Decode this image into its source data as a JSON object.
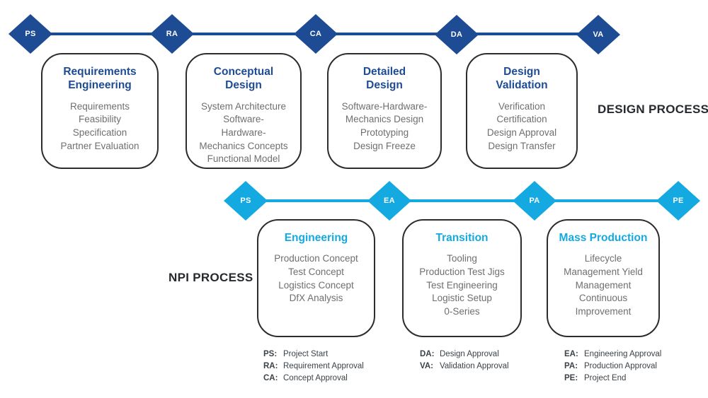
{
  "design_process": {
    "label": "DESIGN PROCESS",
    "milestones": [
      {
        "id": "PS"
      },
      {
        "id": "RA"
      },
      {
        "id": "CA"
      },
      {
        "id": "DA"
      },
      {
        "id": "VA"
      }
    ],
    "phases": [
      {
        "title": "Requirements\nEngineering",
        "body": "Requirements\nFeasibility\nSpecification\nPartner Evaluation"
      },
      {
        "title": "Conceptual\nDesign",
        "body": "System Architecture\nSoftware-\nHardware-\nMechanics Concepts\nFunctional Model"
      },
      {
        "title": "Detailed\nDesign",
        "body": "Software-Hardware-\nMechanics Design\nPrototyping\nDesign Freeze"
      },
      {
        "title": "Design\nValidation",
        "body": "Verification\nCertification\nDesign Approval\nDesign Transfer"
      }
    ]
  },
  "npi_process": {
    "label": "NPI PROCESS",
    "milestones": [
      {
        "id": "PS"
      },
      {
        "id": "EA"
      },
      {
        "id": "PA"
      },
      {
        "id": "PE"
      }
    ],
    "phases": [
      {
        "title": "Engineering",
        "body": "Production Concept\nTest Concept\nLogistics Concept\nDfX Analysis"
      },
      {
        "title": "Transition",
        "body": "Tooling\nProduction Test Jigs\nTest Engineering\nLogistic Setup\n0-Series"
      },
      {
        "title": "Mass Production",
        "body": "Lifecycle\nManagement Yield\nManagement\nContinuous\nImprovement"
      }
    ]
  },
  "legend": {
    "columns": [
      [
        {
          "abbr": "PS:",
          "label": "Project Start"
        },
        {
          "abbr": "RA:",
          "label": "Requirement Approval"
        },
        {
          "abbr": "CA:",
          "label": "Concept Approval"
        }
      ],
      [
        {
          "abbr": "DA:",
          "label": "Design Approval"
        },
        {
          "abbr": "VA:",
          "label": "Validation Approval"
        }
      ],
      [
        {
          "abbr": "EA:",
          "label": "Engineering Approval"
        },
        {
          "abbr": "PA:",
          "label": "Production Approval"
        },
        {
          "abbr": "PE:",
          "label": "Project End"
        }
      ]
    ]
  },
  "colors": {
    "design_blue": "#1d4b94",
    "npi_cyan": "#14a9e1",
    "body_gray": "#6e6f72",
    "label_dark": "#26292e",
    "box_border": "#2b2c2e"
  }
}
